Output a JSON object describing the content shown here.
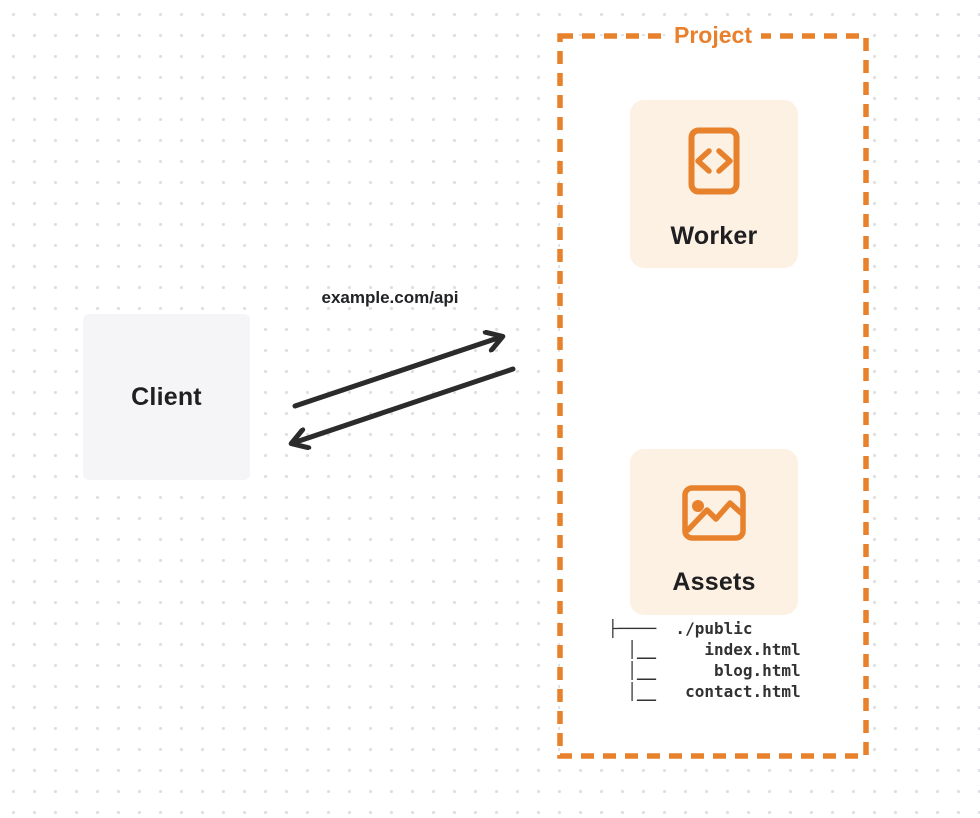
{
  "project": {
    "label": "Project"
  },
  "client": {
    "label": "Client"
  },
  "request": {
    "url": "example.com/api"
  },
  "nodes": {
    "worker": {
      "label": "Worker",
      "icon": "code-document-icon"
    },
    "assets": {
      "label": "Assets",
      "icon": "image-icon"
    }
  },
  "file_tree": "├────  ./public\n  │__     index.html\n  │__      blog.html\n  │__   contact.html",
  "colors": {
    "accent_orange": "#E8812C",
    "card_background": "#FCF1E3",
    "client_background": "#F5F5F7",
    "arrow_dark": "#2B2B2B",
    "text_dark": "#1F1F21",
    "tree_text": "#323232",
    "dot_grid": "#DFDFE3"
  }
}
